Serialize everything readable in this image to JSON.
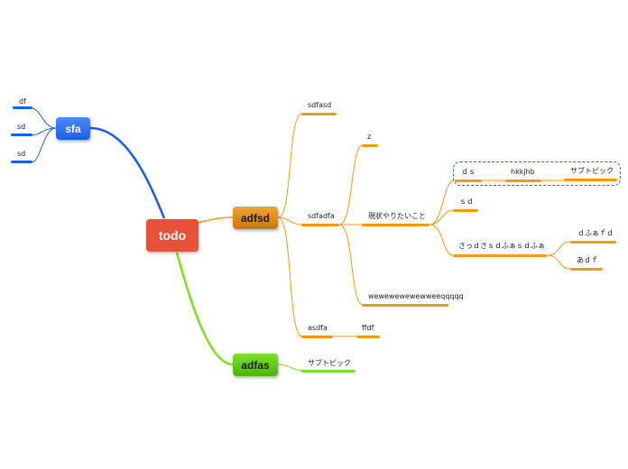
{
  "root": {
    "label": "todo"
  },
  "topics": {
    "sfa": {
      "label": "sfa",
      "children": [
        "df",
        "sd",
        "sd"
      ]
    },
    "adfsd": {
      "label": "adfsd"
    },
    "adfas": {
      "label": "adfas",
      "children": [
        "サブトピック"
      ]
    }
  },
  "adfsd_children": {
    "sdfasd": "sdfasd",
    "sdfadfa": "sdfadfa",
    "asdfa": "asdfa",
    "ffdf": "ffdf",
    "z": "z",
    "genjo": "現状やりたいこと",
    "wewe": "wewewewewewweeqqqqq"
  },
  "genjo_children": {
    "ds": "ｄｓ",
    "hkkjhb": "hkkjhb",
    "subtopic": "サブトピック",
    "sd": "ｓｄ",
    "sassd": "さっｄさｓｄふぁｓｄふぁ"
  },
  "sassd_children": [
    "ｄふぁｆｄ",
    "あｄｆ"
  ],
  "colors": {
    "root": "#e8503a",
    "blue": "#1d5ee8",
    "orange": "#f39a10",
    "green": "#7be21a",
    "boundary": "#1e6fd6"
  }
}
